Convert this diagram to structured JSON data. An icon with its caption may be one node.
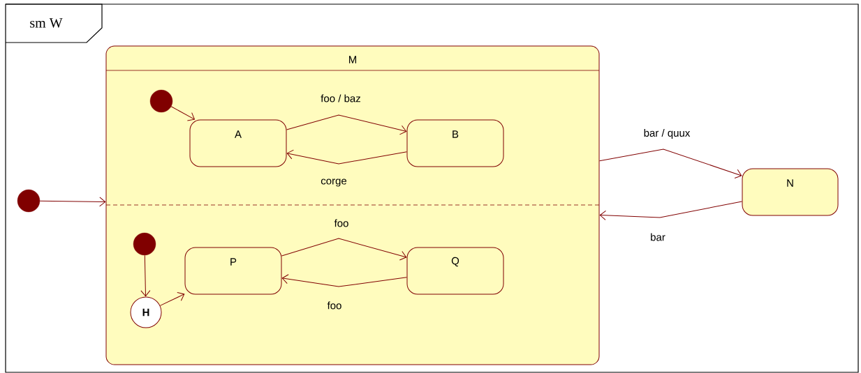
{
  "diagram": {
    "nodes": [
      {
        "text": [
          "sm W"
        ]
      },
      {
        "text": [
          "M"
        ],
        "in": 0
      },
      {
        "text": [],
        "shape": "circle",
        "in": 0
      },
      {
        "text": [],
        "shape": "circle",
        "in": 1
      },
      {
        "text": [
          "A"
        ],
        "in": 1
      },
      {
        "text": [
          "B"
        ],
        "in": 1
      },
      {
        "text": [],
        "shape": "circle",
        "in": 1
      },
      {
        "text": [
          "H"
        ],
        "in": 1
      },
      {
        "text": [
          "P"
        ],
        "in": 1
      },
      {
        "text": [
          "Q"
        ],
        "in": 1
      },
      {
        "text": [
          "N"
        ],
        "in": 0
      }
    ],
    "edges": [
      {
        "from": 2,
        "to": 1,
        "arrow": "to"
      },
      {
        "from": 3,
        "to": 4,
        "arrow": "to"
      },
      {
        "from": 4,
        "to": 5,
        "arrow": "to",
        "label": "foo / baz"
      },
      {
        "from": 5,
        "to": 4,
        "arrow": "to",
        "label": "corge"
      },
      {
        "from": 6,
        "to": 7,
        "arrow": "to"
      },
      {
        "from": 7,
        "to": 8,
        "arrow": "to"
      },
      {
        "from": 8,
        "to": 9,
        "arrow": "to",
        "label": "foo"
      },
      {
        "from": 9,
        "to": 8,
        "arrow": "to",
        "label": "foo"
      },
      {
        "from": 1,
        "to": 10,
        "arrow": "to",
        "label": "bar / quux"
      },
      {
        "from": 10,
        "to": 1,
        "arrow": "to",
        "label": "bar"
      }
    ]
  }
}
